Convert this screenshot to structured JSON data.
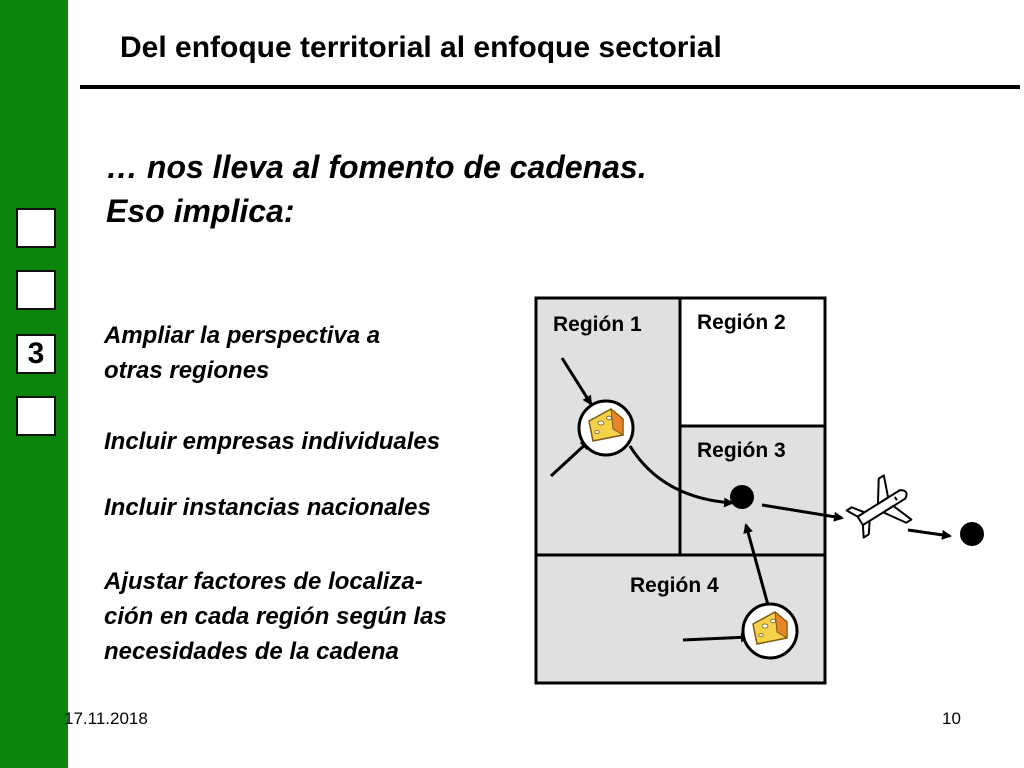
{
  "slide": {
    "title": "Del enfoque territorial al enfoque sectorial",
    "subtitle_line1": "… nos lleva al fomento de cadenas.",
    "subtitle_line2": "Eso implica:"
  },
  "nav": {
    "boxes": [
      "",
      "",
      "3",
      ""
    ],
    "active_index": 2
  },
  "bullets": [
    {
      "lines": [
        "Ampliar la perspectiva a",
        "otras regiones"
      ]
    },
    {
      "lines": [
        "Incluir empresas individuales"
      ]
    },
    {
      "lines": [
        "Incluir instancias nacionales"
      ]
    },
    {
      "lines": [
        "Ajustar factores de localiza-",
        "ción en cada región según las",
        "necesidades de la cadena"
      ]
    }
  ],
  "diagram": {
    "region1": "Región 1",
    "region2": "Región 2",
    "region3": "Región 3",
    "region4": "Región 4"
  },
  "footer": {
    "date": "17.11.2018",
    "page": "10"
  },
  "colors": {
    "sidebar": "#0a870a",
    "region_fill": "#e0e0e0",
    "cheese": "#f6d24a",
    "cheese_rind": "#e9852a"
  }
}
